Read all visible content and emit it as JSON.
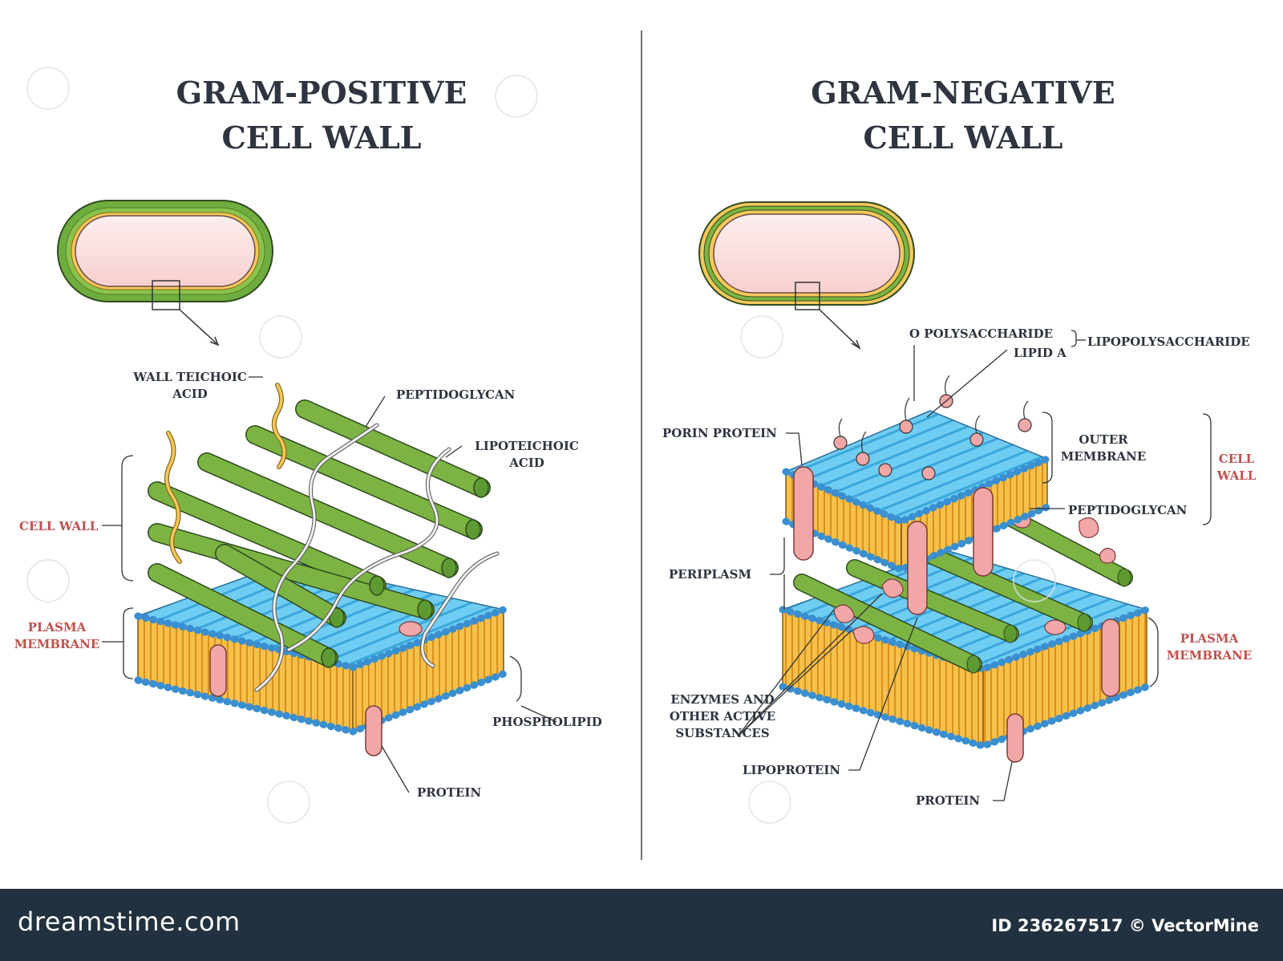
{
  "left": {
    "title_line1": "GRAM-POSITIVE",
    "title_line2": "CELL WALL",
    "labels": {
      "wall_teichoic_1": "WALL TEICHOIC",
      "wall_teichoic_2": "ACID",
      "peptidoglycan": "PEPTIDOGLYCAN",
      "lipoteichoic_1": "LIPOTEICHOIC",
      "lipoteichoic_2": "ACID",
      "cell_wall": "CELL WALL",
      "plasma_1": "PLASMA",
      "plasma_2": "MEMBRANE",
      "phospholipid": "PHOSPHOLIPID",
      "protein": "PROTEIN"
    }
  },
  "right": {
    "title_line1": "GRAM-NEGATIVE",
    "title_line2": "CELL WALL",
    "labels": {
      "o_poly": "O POLYSACCHARIDE",
      "lipid_a": "LIPID A",
      "lps": "LIPOPOLYSACCHARIDE",
      "porin": "PORIN PROTEIN",
      "outer_1": "OUTER",
      "outer_2": "MEMBRANE",
      "cell_wall_1": "CELL",
      "cell_wall_2": "WALL",
      "peptidoglycan": "PEPTIDOGLYCAN",
      "periplasm": "PERIPLASM",
      "plasma_1": "PLASMA",
      "plasma_2": "MEMBRANE",
      "enzymes_1": "ENZYMES AND",
      "enzymes_2": "OTHER ACTIVE",
      "enzymes_3": "SUBSTANCES",
      "lipoprotein": "LIPOPROTEIN",
      "protein": "PROTEIN"
    }
  },
  "footer": {
    "logo": "dreamstime.com",
    "id_text": "ID 236267517 © VectorMine"
  },
  "colors": {
    "green": "#7cb342",
    "green_dark": "#4e7d2a",
    "blue": "#64c8f0",
    "orange": "#f5b942",
    "pink": "#f2a7a7",
    "label_red": "#c0504d",
    "footer_bg": "#22313f"
  }
}
